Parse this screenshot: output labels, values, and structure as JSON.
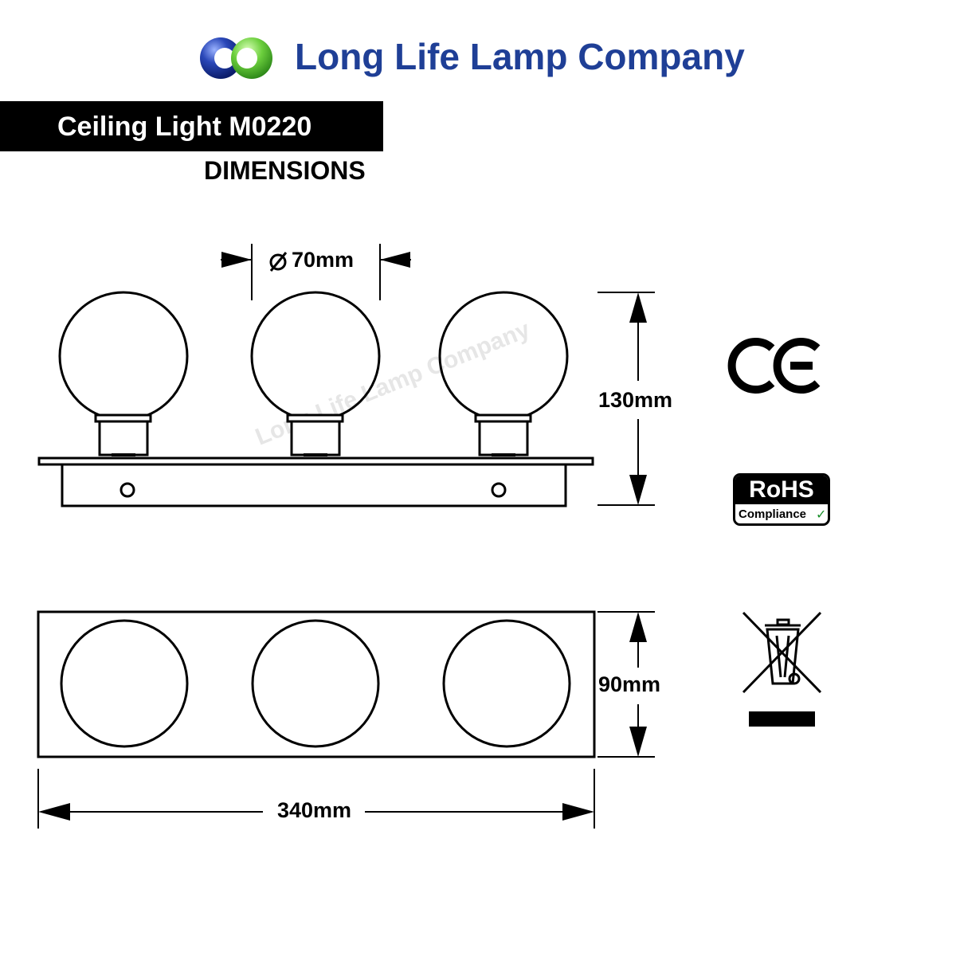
{
  "header": {
    "brand_name": "Long Life Lamp Company",
    "title": "Ceiling Light M0220",
    "subtitle": "DIMENSIONS",
    "colors": {
      "brand_blue": "#1f3f96",
      "logo_blue": "#1d3a9e",
      "logo_green": "#63c13f"
    }
  },
  "drawing": {
    "watermark": "Long Life Lamp Company",
    "dimensions": {
      "diameter": "70mm",
      "height": "130mm",
      "depth": "90mm",
      "width": "340mm"
    }
  },
  "certifications": {
    "ce_mark": "CE",
    "rohs": {
      "label": "RoHS",
      "sub_label": "Compliance",
      "check": "✓"
    },
    "weee_icon": "crossed-out-wheelie-bin-icon"
  }
}
